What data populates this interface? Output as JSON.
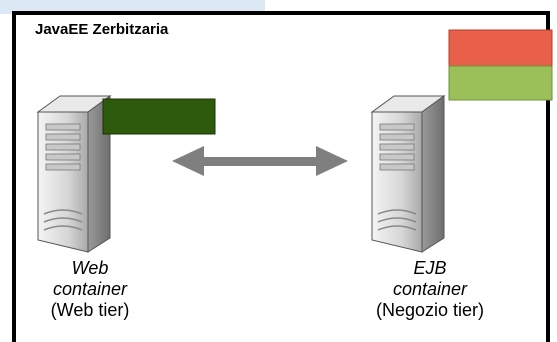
{
  "title": "JavaEE Zerbitzaria",
  "web_container": {
    "line1": "Web",
    "line2": "container",
    "line3": "(Web tier)"
  },
  "ejb_container": {
    "line1": "EJB",
    "line2": "container",
    "line3": "(Negozio tier)"
  },
  "colors": {
    "web_block": "#2e5a0c",
    "ejb_block_top": "#e8604a",
    "ejb_block_bottom": "#9bc05a",
    "arrow": "#7f7f7f"
  },
  "icons": [
    "server-tower-icon",
    "server-tower-icon",
    "double-arrow-icon"
  ]
}
